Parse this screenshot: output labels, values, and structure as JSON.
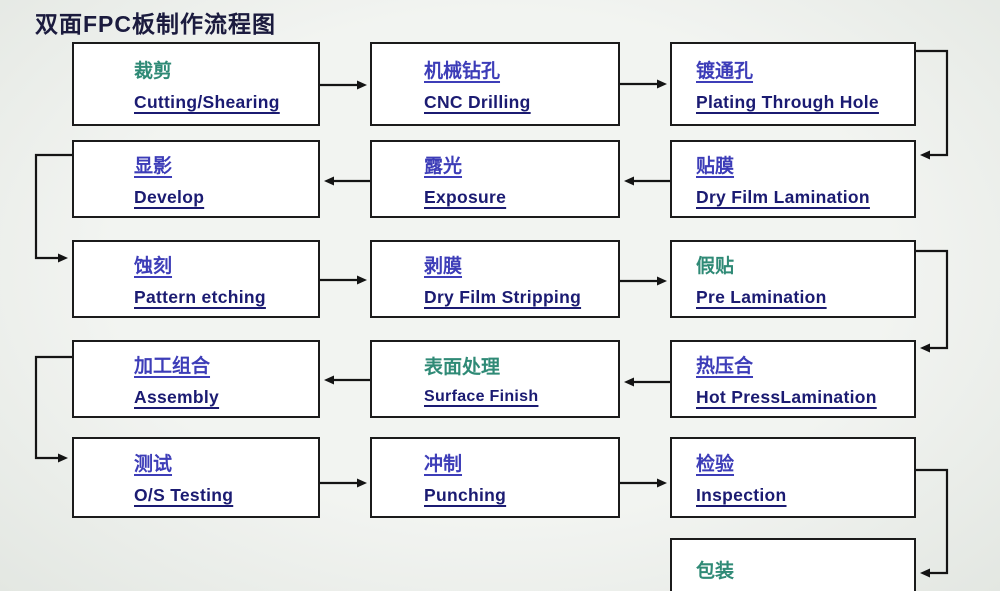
{
  "title": "双面FPC板制作流程图",
  "colors": {
    "background": "#eef0ed",
    "box_background": "#ffffff",
    "box_border": "#1b1b1b",
    "chinese_blue": "#3d3db8",
    "chinese_teal": "#2f8a76",
    "english_navy": "#1b1b72",
    "title_navy": "#1b1b3e",
    "arrow": "#141414"
  },
  "boxes": [
    {
      "cn": "裁剪",
      "en": "Cutting/Shearing"
    },
    {
      "cn": "机械钻孔",
      "en": "CNC Drilling"
    },
    {
      "cn": "镀通孔",
      "en": "Plating Through Hole"
    },
    {
      "cn": "显影",
      "en": "Develop"
    },
    {
      "cn": "露光",
      "en": "Exposure"
    },
    {
      "cn": "贴膜",
      "en": "Dry Film Lamination"
    },
    {
      "cn": "蚀刻",
      "en": "Pattern etching"
    },
    {
      "cn": "剥膜",
      "en": "Dry Film Stripping"
    },
    {
      "cn": "假贴",
      "en": "Pre Lamination"
    },
    {
      "cn": "加工组合",
      "en": "Assembly"
    },
    {
      "cn": "表面处理",
      "en": "Surface Finish"
    },
    {
      "cn": "热压合",
      "en": "Hot PressLamination"
    },
    {
      "cn": "测试",
      "en": "O/S Testing"
    },
    {
      "cn": "冲制",
      "en": "Punching"
    },
    {
      "cn": "检验",
      "en": "Inspection"
    },
    {
      "cn": "包装",
      "en": ""
    }
  ]
}
